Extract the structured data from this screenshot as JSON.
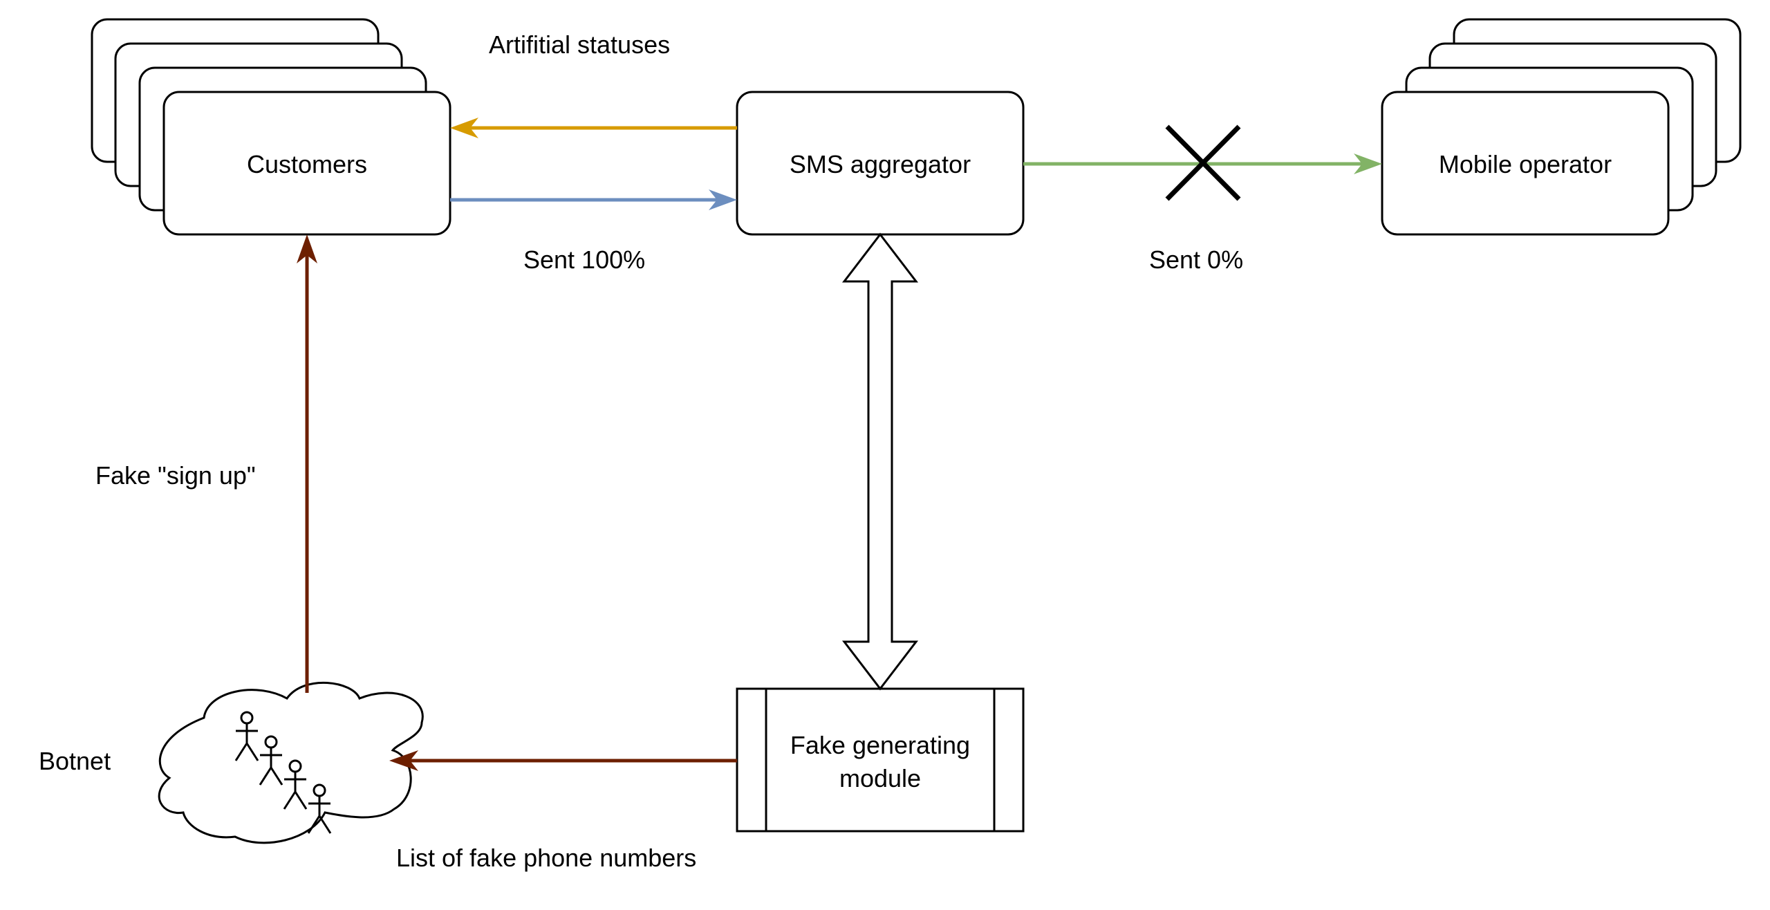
{
  "nodes": {
    "customers": "Customers",
    "sms_aggregator": "SMS aggregator",
    "mobile_operator": "Mobile operator",
    "fake_module_line1": "Fake generating",
    "fake_module_line2": "module",
    "botnet": "Botnet"
  },
  "edges": {
    "artificial_statuses": "Artifitial statuses",
    "sent_100": "Sent 100%",
    "sent_0": "Sent 0%",
    "fake_sign_up": "Fake \"sign up\"",
    "fake_numbers": "List of fake phone numbers"
  },
  "colors": {
    "artificial_statuses": "#d79b00",
    "sent_100": "#6c8ebf",
    "sent_0": "#82b366",
    "botnet_flow": "#6d1f00",
    "blocked_mark": "#000000"
  }
}
